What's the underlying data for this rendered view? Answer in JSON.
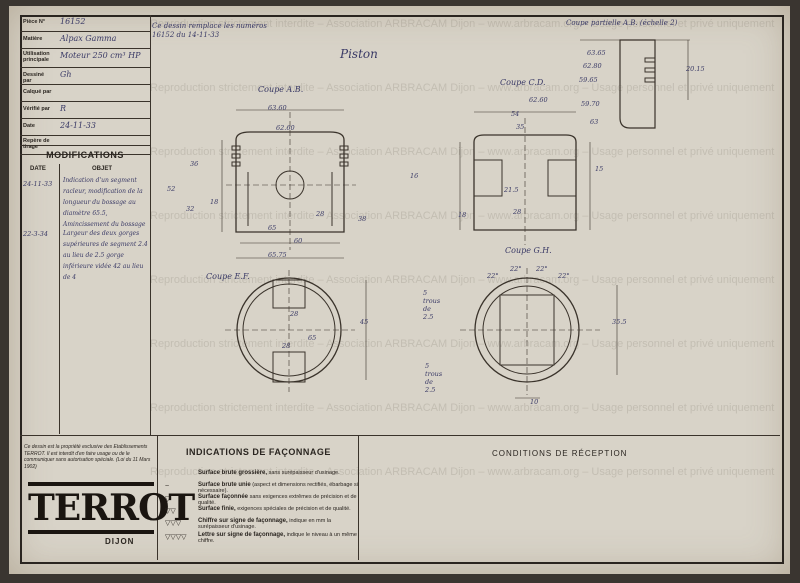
{
  "title_block": {
    "rows": [
      {
        "label": "Pièce N°",
        "value": "16152"
      },
      {
        "label": "Matière",
        "value": "Alpax Gamma"
      },
      {
        "label": "Utilisation principale",
        "value": "Moteur 250 cm³ HP"
      },
      {
        "label": "Dessiné par",
        "value": "Gh"
      },
      {
        "label": "Calqué par",
        "value": ""
      },
      {
        "label": "Vérifié par",
        "value": "R"
      },
      {
        "label": "Date",
        "value": "24-11-33"
      },
      {
        "label": "Repère de tirage",
        "value": ""
      }
    ]
  },
  "modifications": {
    "title": "MODIFICATIONS",
    "col_date": "DATE",
    "col_object": "OBJET",
    "entries": [
      {
        "date": "24-11-33",
        "text": "Indication d'un segment racleur, modification de la longueur du bossage au diamètre 65.5, Amincissement du bossage"
      },
      {
        "date": "22-3-34",
        "text": "Largeur des deux gorges supérieures de segment 2.4 au lieu de 2.5 gorge inférieure vidée 42 au lieu de 4"
      }
    ]
  },
  "top_note": [
    "Ce dessin remplace les numéros",
    "16152 du 14-11-33"
  ],
  "drawing_title": "Piston",
  "sections": {
    "ab": "Coupe A.B.",
    "cd": "Coupe C.D.",
    "ef": "Coupe E.F.",
    "gh": "Coupe G.H.",
    "detail": "Coupe partielle A.B. (échelle 2)"
  },
  "dimensions": {
    "ab": [
      "63.60",
      "62.60",
      "65",
      "60",
      "65.75",
      "36",
      "32",
      "52",
      "18",
      "28",
      "38"
    ],
    "cd": [
      "62.60",
      "54",
      "35",
      "28",
      "16",
      "21.5",
      "18",
      "15"
    ],
    "ef": [
      "28",
      "28",
      "45",
      "65"
    ],
    "gh": [
      "22°",
      "22°",
      "22°",
      "22°",
      "35.5",
      "10"
    ],
    "detail": [
      "63.65",
      "62.80",
      "59.65",
      "59.70",
      "63",
      "20.15"
    ]
  },
  "notes": {
    "trous_top": "5 trous de 2.5",
    "trous_bottom": "5 trous de 2.5"
  },
  "notice": "Ce dessin est la propriété exclusive des Etablissements TERROT. Il est interdit d'en faire usage ou de le communiquer sans autorisation spéciale. (Loi du 11 Mars 1902)",
  "brand": {
    "name": "TERROT",
    "city": "DIJON"
  },
  "indications": {
    "title": "INDICATIONS DE FAÇONNAGE",
    "rows": [
      {
        "sym": "",
        "bold": "Surface brute grossière,",
        "rest": "sans surépaisseur d'usinage."
      },
      {
        "sym": "~",
        "bold": "Surface brute unie",
        "rest": "(aspect et dimensions rectifiés, ébarbage si nécessaire)."
      },
      {
        "sym": "▽",
        "bold": "Surface façonnée",
        "rest": "sans exigences extrêmes de précision et de qualité."
      },
      {
        "sym": "▽▽",
        "bold": "Surface finie,",
        "rest": "exigences spéciales de précision et de qualité."
      },
      {
        "sym": "▽▽▽",
        "bold": "Chiffre sur signe de façonnage,",
        "rest": "indique en mm la surépaisseur d'usinage."
      },
      {
        "sym": "▽▽▽▽",
        "bold": "Lettre sur signe de façonnage,",
        "rest": "indique le niveau à un même chiffre."
      }
    ]
  },
  "reception": "CONDITIONS DE RÉCEPTION",
  "watermark": "Reproduction strictement interdite – Association ARBRACAM Dijon – www.arbracam.org – Usage personnel et privé uniquement"
}
